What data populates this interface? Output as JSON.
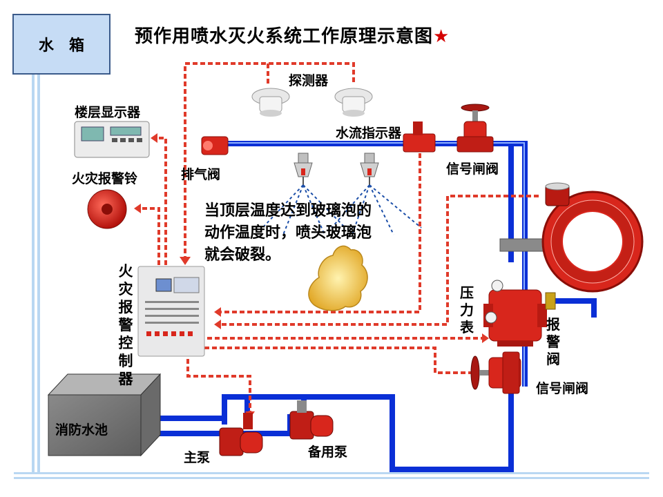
{
  "title": "预作用喷水灭火系统工作原理示意图",
  "title_star": "★",
  "tank_label": "水　箱",
  "components": {
    "floor_display": "楼层显示器",
    "fire_bell": "火灾报警铃",
    "detector": "探测器",
    "flow_indicator": "水流指示器",
    "signal_valve_top": "信号闸阀",
    "exhaust_valve": "排气阀",
    "control_panel": "火灾报警控制器",
    "pressure_gauge": "压力表",
    "alarm_valve": "报警阀",
    "signal_valve_bottom": "信号闸阀",
    "pool": "消防水池",
    "main_pump": "主泵",
    "standby_pump": "备用泵"
  },
  "note_lines": [
    "当顶层温度达到玻璃泡的",
    "动作温度时，喷头玻璃泡",
    "就会破裂。"
  ],
  "colors": {
    "water_pipe": "#0a2fd6",
    "signal_line": "#e03a2a",
    "equipment_red": "#d8261c",
    "tank_fill": "#c6dcf5",
    "fire": "#f0c23a"
  }
}
